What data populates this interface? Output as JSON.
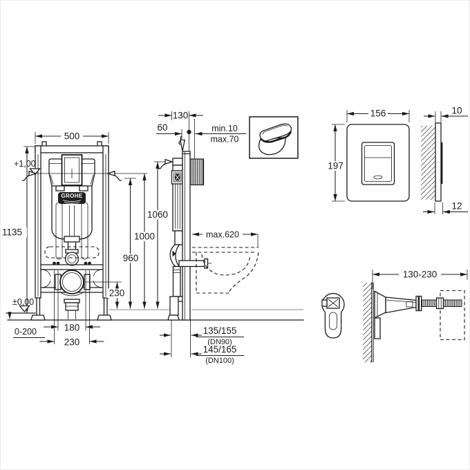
{
  "front_view": {
    "frame_width": "500",
    "frame_height": "1135",
    "level_top": "+1,00",
    "level_zero": "±0,00",
    "floor_buildup": "0-200",
    "fixing_spacing_inner": "180",
    "fixing_spacing_outer": "230",
    "outlet_height": "230",
    "logo": "GROHE"
  },
  "installation_heights": {
    "h960": "960",
    "h1000": "1000",
    "h1060": "1060"
  },
  "side_view": {
    "frame_depth": "130",
    "front_offset": "60",
    "wall_finish_min": "min.10",
    "wall_finish_max": "max.70",
    "wc_projection": "max.620",
    "outlet_dn90": "135/155",
    "outlet_dn90_note": "(DN90)",
    "outlet_dn100": "145/165",
    "outlet_dn100_note": "(DN100)"
  },
  "flush_plate": {
    "width": "156",
    "height": "197",
    "top_thickness": "10",
    "bottom_thickness": "12"
  },
  "wall_bracket": {
    "adjust_range": "130-230"
  }
}
